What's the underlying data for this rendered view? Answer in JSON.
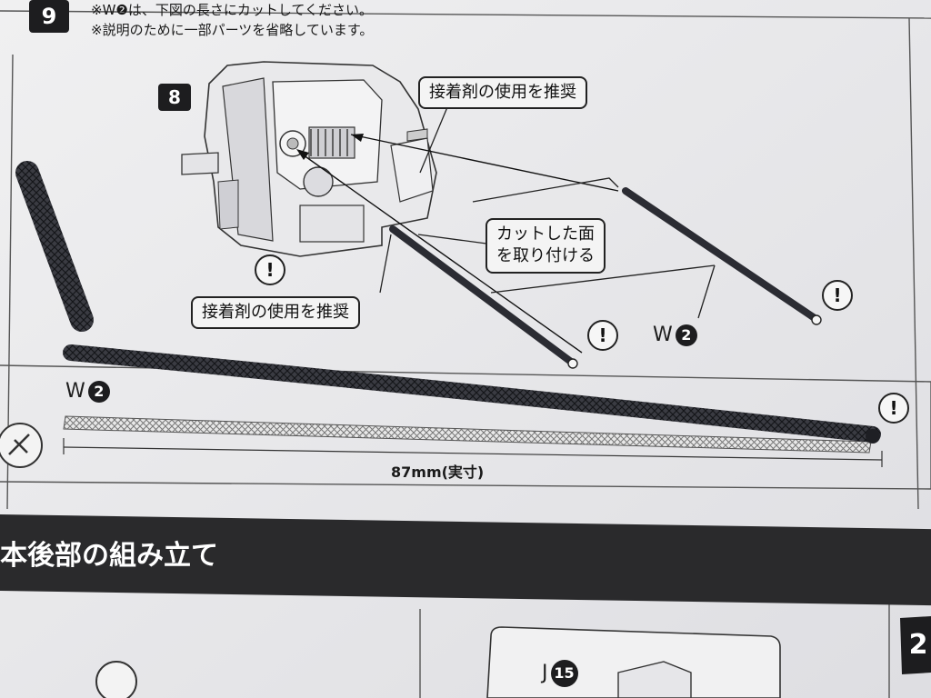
{
  "step_main": "9",
  "notes": [
    "※W❷は、下図の長さにカットしてください。",
    "※説明のために一部パーツを省略しています。"
  ],
  "substep": "8",
  "callouts": {
    "glue_top": "接着剤の使用を推奨",
    "cut_face_1": "カットした面",
    "cut_face_2": "を取り付ける",
    "glue_bottom": "接着剤の使用を推奨"
  },
  "warn_symbol": "!",
  "part_letter": "W",
  "part_number": "2",
  "measurement": "87mm(実寸)",
  "section_title": "本後部の組み立て",
  "next_part_letter": "J",
  "next_part_number": "15",
  "next_step": "2",
  "colors": {
    "paper": "#eeeeef",
    "ink": "#1d1d1f",
    "cable": "#2b2c33",
    "section_bar": "#2a2a2c"
  }
}
